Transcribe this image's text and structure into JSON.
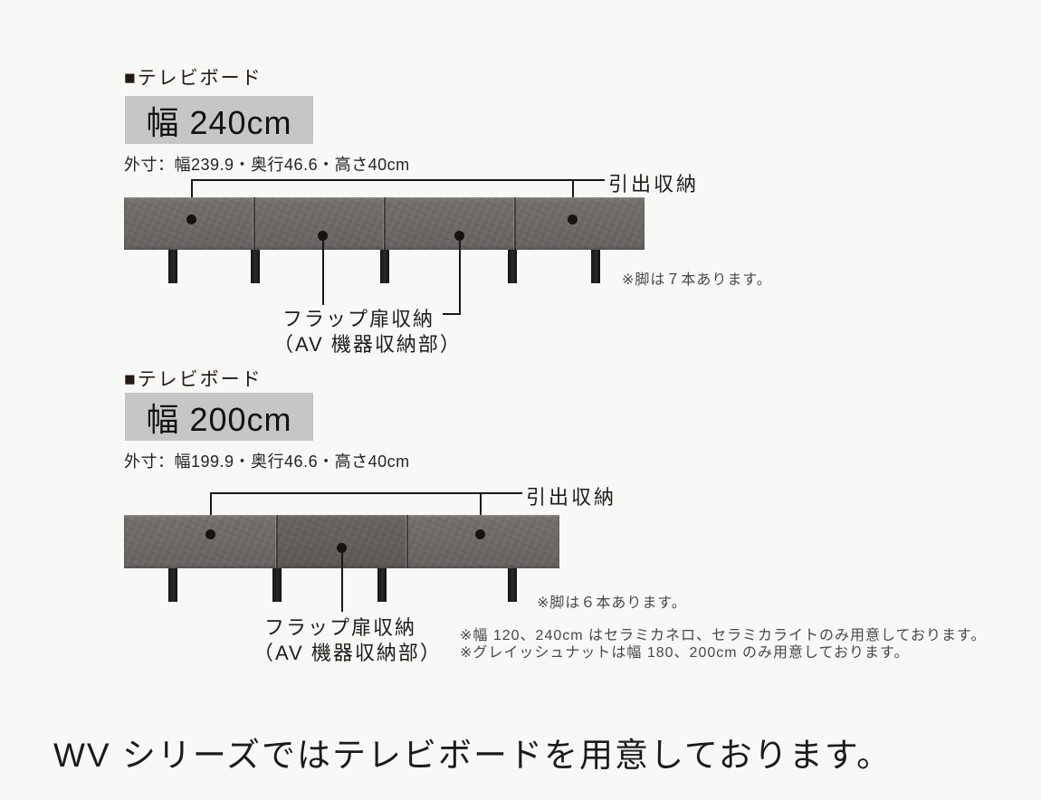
{
  "page": {
    "footer_text": "WV シリーズではテレビボードを用意しております。"
  },
  "colors": {
    "background": "#f8f8f6",
    "size_box_bg": "#c6c6c6",
    "board_base": "#6e6b67",
    "board_dark_section": "#605c58",
    "leg": "#1f1e1d",
    "callout_line": "#1a1816",
    "heading_text": "#231815",
    "note_text": "#4b4846"
  },
  "boards": [
    {
      "heading_marker": "■",
      "heading": "テレビボード",
      "size_label": "幅 240cm",
      "outer_dimensions": "外寸：幅239.9・奥行46.6・高さ40cm",
      "drawer_label": "引出収納",
      "flap_label_line1": "フラップ扉収納",
      "flap_label_line2": "（AV 機器収納部）",
      "legs_note": "※脚は７本あります。",
      "door_sections": 4,
      "visible_legs": 5
    },
    {
      "heading_marker": "■",
      "heading": "テレビボード",
      "size_label": "幅 200cm",
      "outer_dimensions": "外寸：幅199.9・奥行46.6・高さ40cm",
      "drawer_label": "引出収納",
      "flap_label_line1": "フラップ扉収納",
      "flap_label_line2": "（AV 機器収納部）",
      "legs_note": "※脚は６本あります。",
      "door_sections": 3,
      "visible_legs": 4
    }
  ],
  "footnotes": [
    "※幅 120、240cm はセラミカネロ、セラミカライトのみ用意しております。",
    "※グレイッシュナットは幅 180、200cm のみ用意しております。"
  ]
}
